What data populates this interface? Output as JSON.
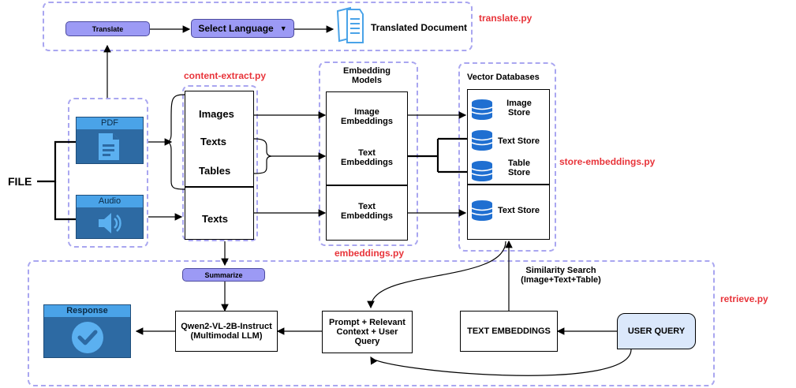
{
  "file_label": "FILE",
  "translate": {
    "button": "Translate",
    "select_language": "Select Language",
    "translated_document": "Translated Document",
    "script": "translate.py"
  },
  "inputs": {
    "pdf": "PDF",
    "audio": "Audio"
  },
  "content_extract": {
    "script": "content-extract.py",
    "items": [
      "Images",
      "Texts",
      "Tables"
    ],
    "audio_text": "Texts"
  },
  "embedding": {
    "title": "Embedding Models",
    "image": "Image Embeddings",
    "text": "Text Embeddings",
    "audio_text": "Text Embeddings",
    "script": "embeddings.py"
  },
  "vector_db": {
    "title": "Vector Databases",
    "image_store": "Image Store",
    "text_store": "Text Store",
    "table_store": "Table Store",
    "audio_text_store": "Text Store",
    "script": "store-embeddings.py"
  },
  "retrieve": {
    "summarize": "Summarize",
    "response": "Response",
    "llm": "Qwen2-VL-2B-Instruct (Multimodal LLM)",
    "prompt": "Prompt + Relevant Context + User Query",
    "text_embeddings": "TEXT EMBEDDINGS",
    "user_query": "USER QUERY",
    "similarity": "Similarity Search (Image+Text+Table)",
    "script": "retrieve.py"
  },
  "colors": {
    "dashed_border": "#a9a6f0",
    "script_label": "#e8343a",
    "button_fill": "#9c9af5",
    "card_fill": "#2d6aa3",
    "card_header": "#4aa3e8",
    "query_fill": "#dbe8fb",
    "db_icon": "#1f6fd1"
  },
  "icons": [
    "document-stack-icon",
    "pdf-document-icon",
    "speaker-icon",
    "database-icon",
    "checkmark-icon",
    "dropdown-caret-icon"
  ]
}
